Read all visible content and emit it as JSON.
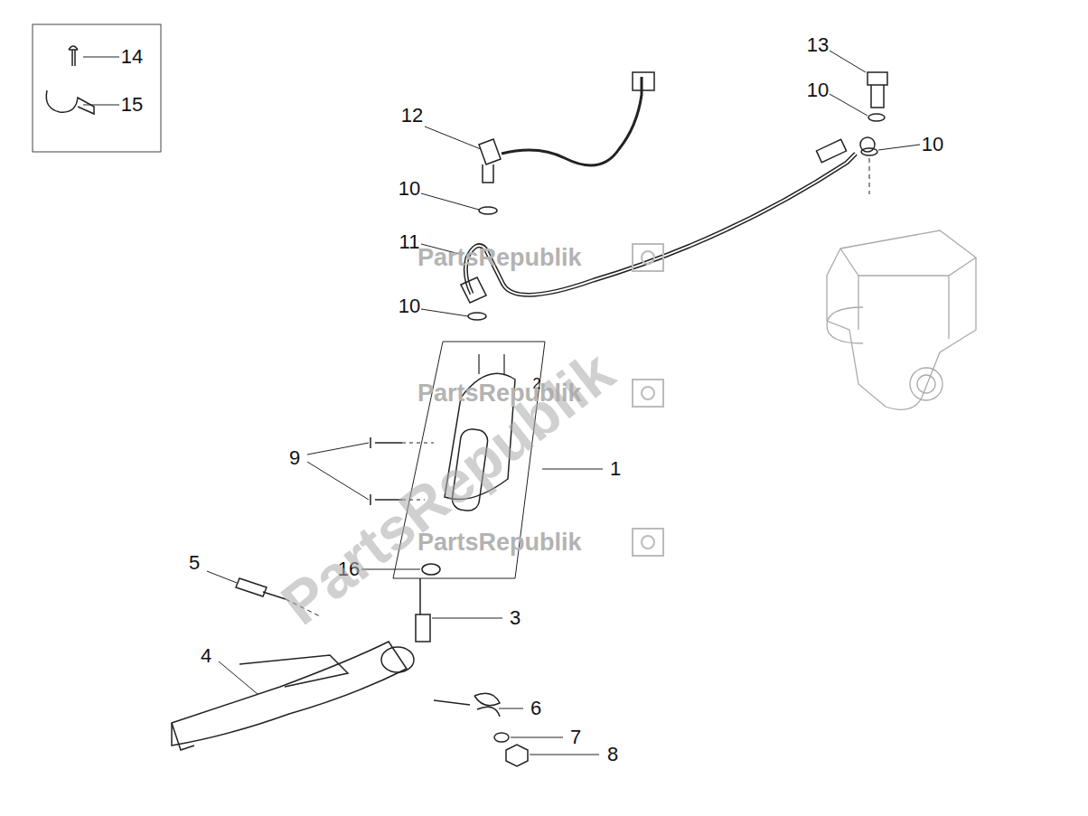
{
  "diagram": {
    "labels": [
      "14",
      "15",
      "13",
      "10",
      "10",
      "12",
      "10",
      "11",
      "10",
      "2",
      "9",
      "1",
      "16",
      "5",
      "3",
      "4",
      "6",
      "7",
      "8",
      "PartsRepublik",
      "PartsRepublik",
      "PartsRepublik",
      "PartsRepublik"
    ]
  }
}
